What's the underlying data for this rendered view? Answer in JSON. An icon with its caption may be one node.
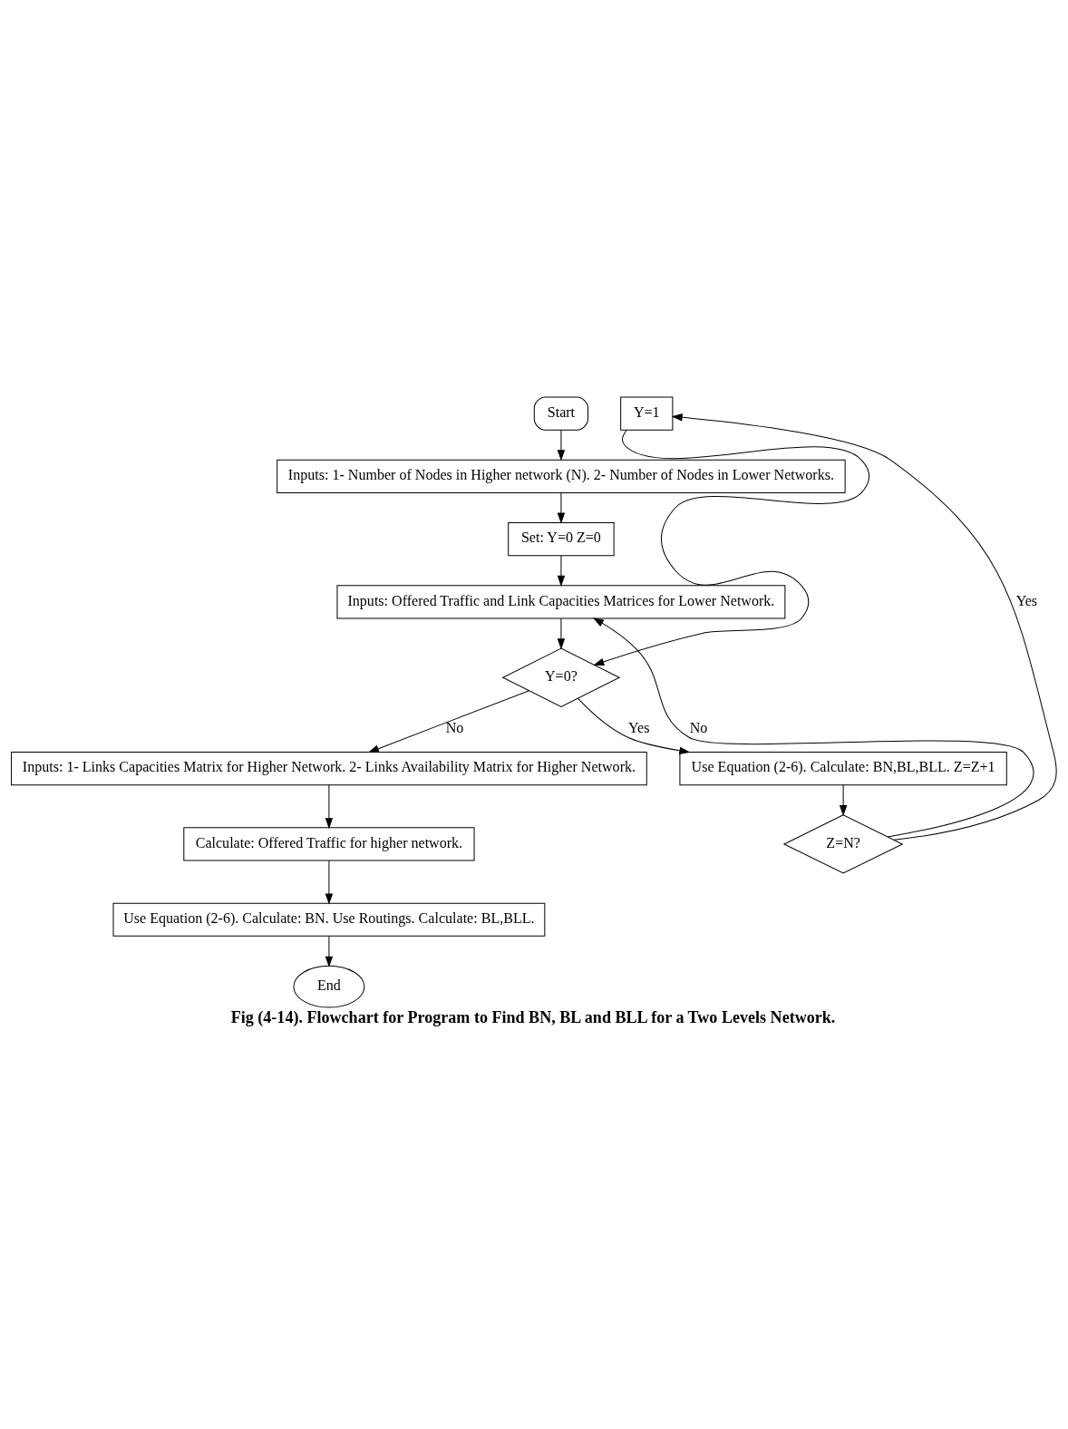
{
  "diagram": {
    "caption": "Fig (4-14). Flowchart for Program to Find BN, BL and BLL for a Two Levels Network.",
    "nodes": [
      {
        "text": [
          "Start"
        ]
      },
      {
        "text": [
          "Inputs: 1- Number of Nodes in Higher network (N). 2- Number of Nodes in Lower Networks."
        ]
      },
      {
        "text": [
          "Set: Y=0 Z=0"
        ]
      },
      {
        "text": [
          "Inputs: Offered Traffic and Link Capacities Matrices for Lower Network."
        ]
      },
      {
        "text": [
          "Y=0?"
        ]
      },
      {
        "text": [
          "Inputs: 1- Links Capacities Matrix for Higher Network. 2- Links Availability Matrix for Higher Network."
        ]
      },
      {
        "text": [
          "Use Equation (2-6). Calculate: BN,BL,BLL. Z=Z+1"
        ]
      },
      {
        "text": [
          "Calculate: Offered Traffic for higher network."
        ]
      },
      {
        "text": [
          "Y=1"
        ]
      },
      {
        "text": [
          "Z=N?"
        ]
      },
      {
        "text": [
          "Use Equation (2-6). Calculate: BN. Use Routings. Calculate: BL,BLL."
        ]
      },
      {
        "text": [
          "End"
        ]
      }
    ],
    "edges": [
      {
        "from": 0,
        "to": 1,
        "arrow": "to"
      },
      {
        "from": 1,
        "to": 2,
        "arrow": "to"
      },
      {
        "from": 2,
        "to": 3,
        "arrow": "to"
      },
      {
        "from": 3,
        "to": 4,
        "arrow": "to"
      },
      {
        "from": 4,
        "to": 5,
        "arrow": "to",
        "label": "No"
      },
      {
        "from": 4,
        "to": 6,
        "arrow": "to",
        "label": "Yes"
      },
      {
        "from": 5,
        "to": 7,
        "arrow": "to"
      },
      {
        "from": 6,
        "to": 9,
        "arrow": "to"
      },
      {
        "from": 7,
        "to": 10,
        "arrow": "to"
      },
      {
        "from": 9,
        "to": 8,
        "arrow": "to",
        "label": "Yes"
      },
      {
        "from": 8,
        "to": 4,
        "arrow": "to"
      },
      {
        "from": 9,
        "to": 3,
        "arrow": "to",
        "label": "No"
      },
      {
        "from": 10,
        "to": 11,
        "arrow": "to"
      }
    ]
  }
}
